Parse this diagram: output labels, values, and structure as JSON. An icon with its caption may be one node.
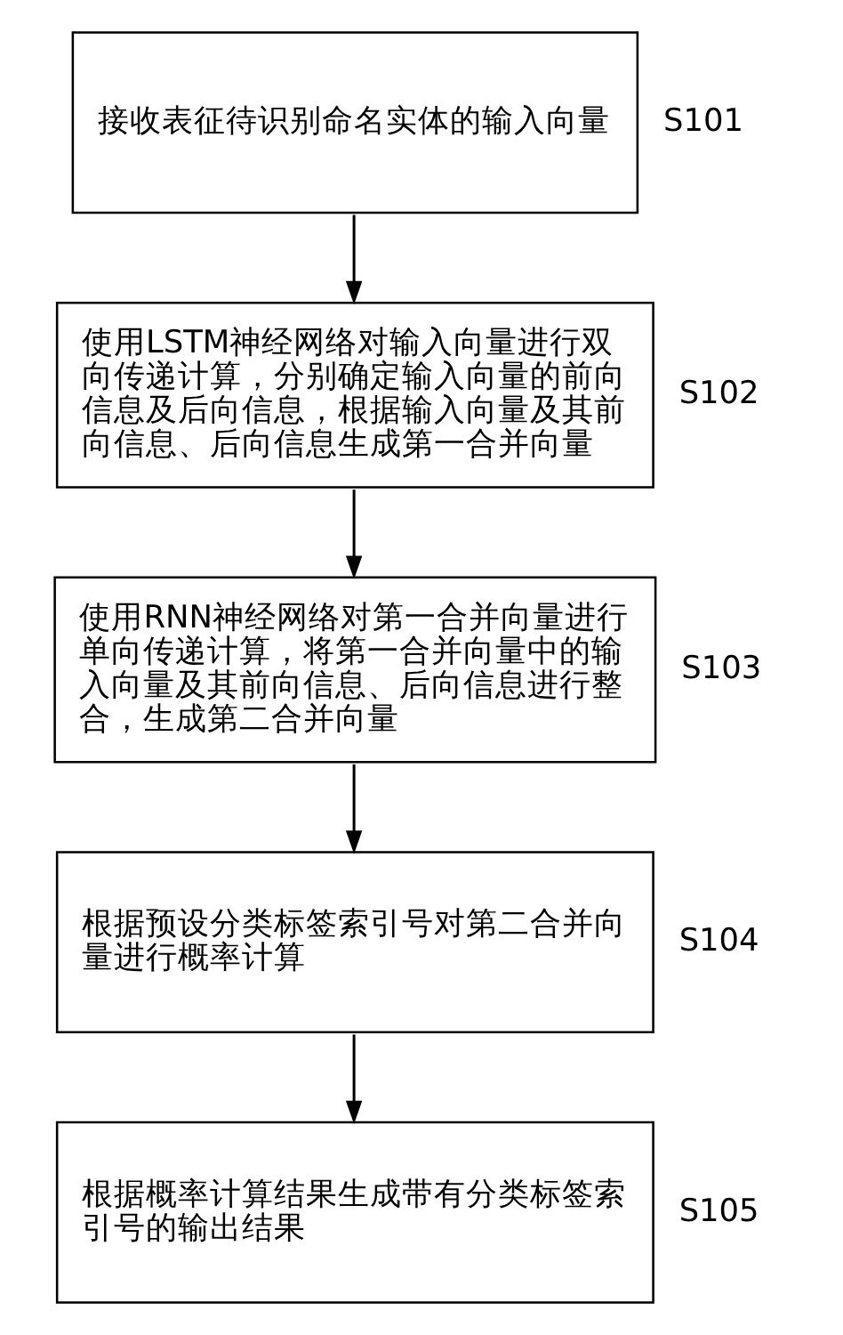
{
  "diagram": {
    "nodes": [
      {
        "text": [
          "接收表征待识别命名实体的输入向量"
        ],
        "beside": [
          "S101"
        ]
      },
      {
        "text": [
          "使用LSTM神经网络对输入向量进行双向传递计算，分别确定输入向量的前向信息及后向信息，根据输入向量及其前向信息、后向信息生成第一合并向量"
        ],
        "beside": [
          "S102"
        ]
      },
      {
        "text": [
          "使用RNN神经网络对第一合并向量进行单向传递计算，将第一合并向量中的输入向量及其前向信息、后向信息进行整合，生成第二合并向量"
        ],
        "beside": [
          "S103"
        ]
      },
      {
        "text": [
          "根据预设分类标签索引号对第二合并向量进行概率计算"
        ],
        "beside": [
          "S104"
        ]
      },
      {
        "text": [
          "根据概率计算结果生成带有分类标签索引号的输出结果"
        ],
        "beside": [
          "S105"
        ]
      }
    ],
    "edges": [
      {
        "from": 0,
        "to": 1,
        "arrow": "to"
      },
      {
        "from": 1,
        "to": 2,
        "arrow": "to"
      },
      {
        "from": 2,
        "to": 3,
        "arrow": "to"
      },
      {
        "from": 3,
        "to": 4,
        "arrow": "to"
      }
    ]
  }
}
